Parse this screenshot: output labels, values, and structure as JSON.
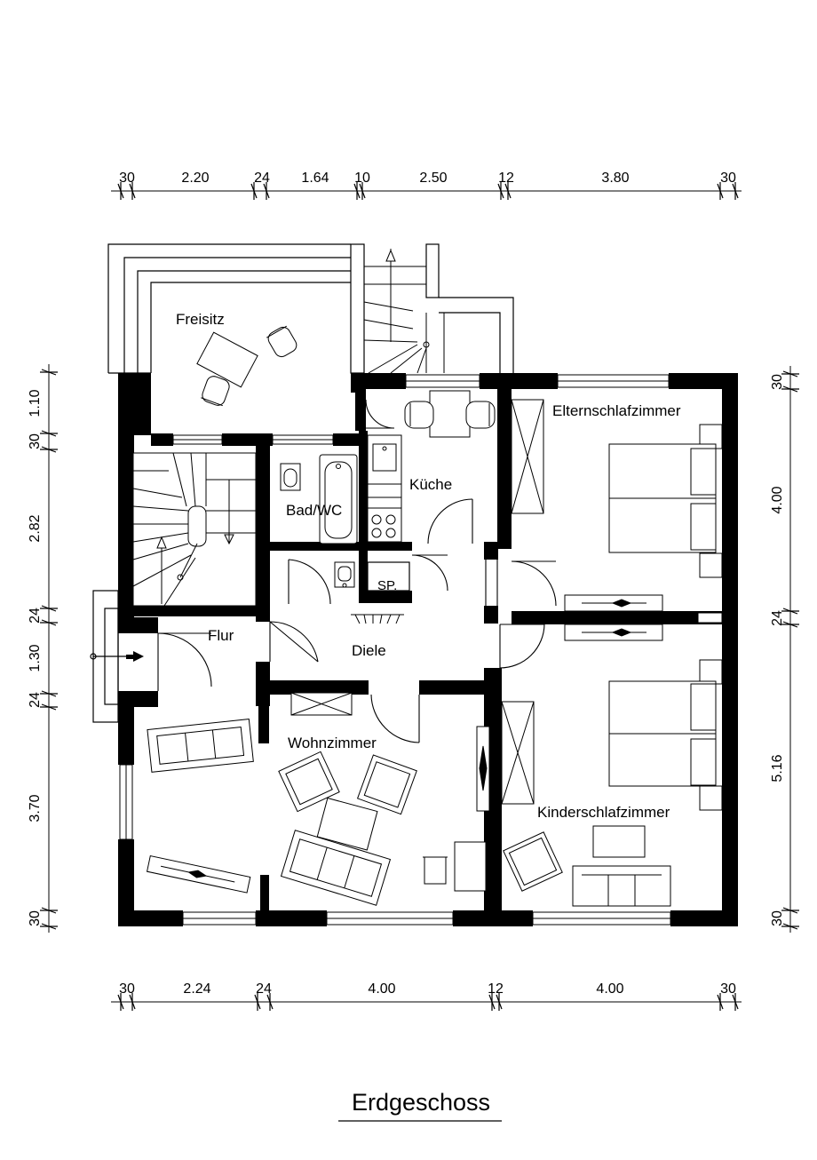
{
  "title": "Erdgeschoss",
  "dimensions": {
    "top": [
      "30",
      "2.20",
      "24",
      "1.64",
      "10",
      "2.50",
      "12",
      "3.80",
      "30"
    ],
    "bottom": [
      "30",
      "2.24",
      "24",
      "4.00",
      "12",
      "4.00",
      "30"
    ],
    "left": [
      "1.10",
      "30",
      "2.82",
      "24",
      "1.30",
      "24",
      "3.70",
      "30"
    ],
    "right": [
      "30",
      "4.00",
      "24",
      "5.16",
      "30"
    ]
  },
  "rooms": {
    "freisitz": "Freisitz",
    "eltern": "Elternschlafzimmer",
    "kueche": "Küche",
    "bad": "Bad/WC",
    "sp": "SP.",
    "flur": "Flur",
    "diele": "Diele",
    "wohn": "Wohnzimmer",
    "kinder": "Kinderschlafzimmer"
  }
}
